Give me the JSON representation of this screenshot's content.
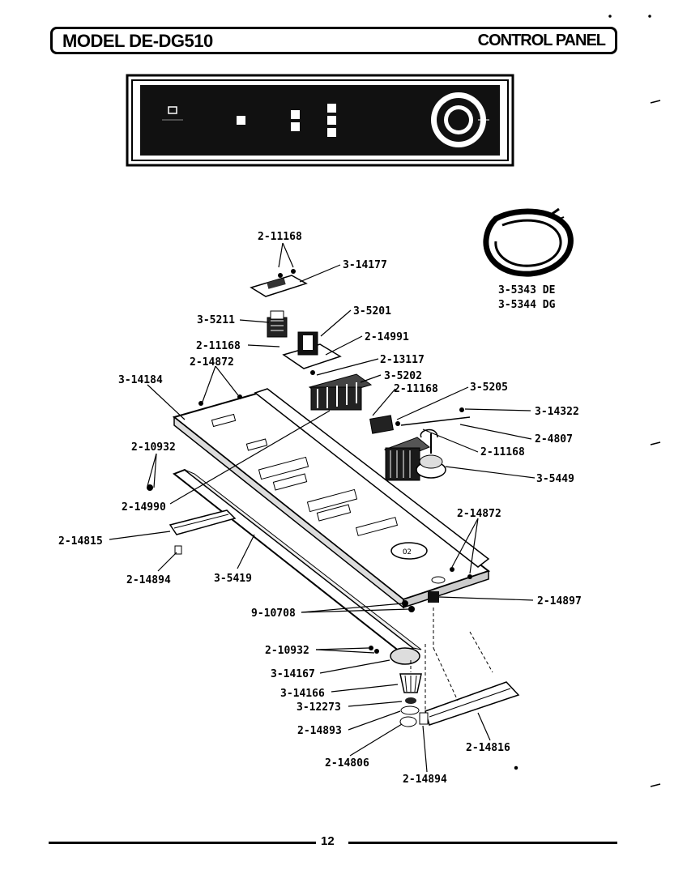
{
  "header": {
    "model": "MODEL DE-DG510",
    "section": "CONTROL PANEL"
  },
  "part_labels": [
    {
      "id": "p1",
      "text": "2-11168"
    },
    {
      "id": "p2",
      "text": "3-14177"
    },
    {
      "id": "p3",
      "text": "3-5211"
    },
    {
      "id": "p4",
      "text": "3-5201"
    },
    {
      "id": "p5",
      "text": "2-11168"
    },
    {
      "id": "p6",
      "text": "2-14991"
    },
    {
      "id": "p7",
      "text": "2-14872"
    },
    {
      "id": "p8",
      "text": "2-13117"
    },
    {
      "id": "p9",
      "text": "3-14184"
    },
    {
      "id": "p10",
      "text": "3-5202"
    },
    {
      "id": "p11",
      "text": "2-11168"
    },
    {
      "id": "p12",
      "text": "3-5205"
    },
    {
      "id": "p13",
      "text": "3-14322"
    },
    {
      "id": "p14",
      "text": "2-4807"
    },
    {
      "id": "p15",
      "text": "2-10932"
    },
    {
      "id": "p16",
      "text": "2-11168"
    },
    {
      "id": "p17",
      "text": "3-5449"
    },
    {
      "id": "p18",
      "text": "2-14990"
    },
    {
      "id": "p19",
      "text": "2-14872"
    },
    {
      "id": "p20",
      "text": "2-14815"
    },
    {
      "id": "p21",
      "text": "2-14894"
    },
    {
      "id": "p22",
      "text": "3-5419"
    },
    {
      "id": "p23",
      "text": "2-14897"
    },
    {
      "id": "p24",
      "text": "9-10708"
    },
    {
      "id": "p25",
      "text": "2-10932"
    },
    {
      "id": "p26",
      "text": "3-14167"
    },
    {
      "id": "p27",
      "text": "3-14166"
    },
    {
      "id": "p28",
      "text": "3-12273"
    },
    {
      "id": "p29",
      "text": "2-14893"
    },
    {
      "id": "p30",
      "text": "2-14816"
    },
    {
      "id": "p31",
      "text": "2-14806"
    },
    {
      "id": "p32",
      "text": "2-14894"
    },
    {
      "id": "p33",
      "text": "3-5343 DE"
    },
    {
      "id": "p34",
      "text": "3-5344 DG"
    }
  ],
  "footer": {
    "page_number": "12"
  }
}
